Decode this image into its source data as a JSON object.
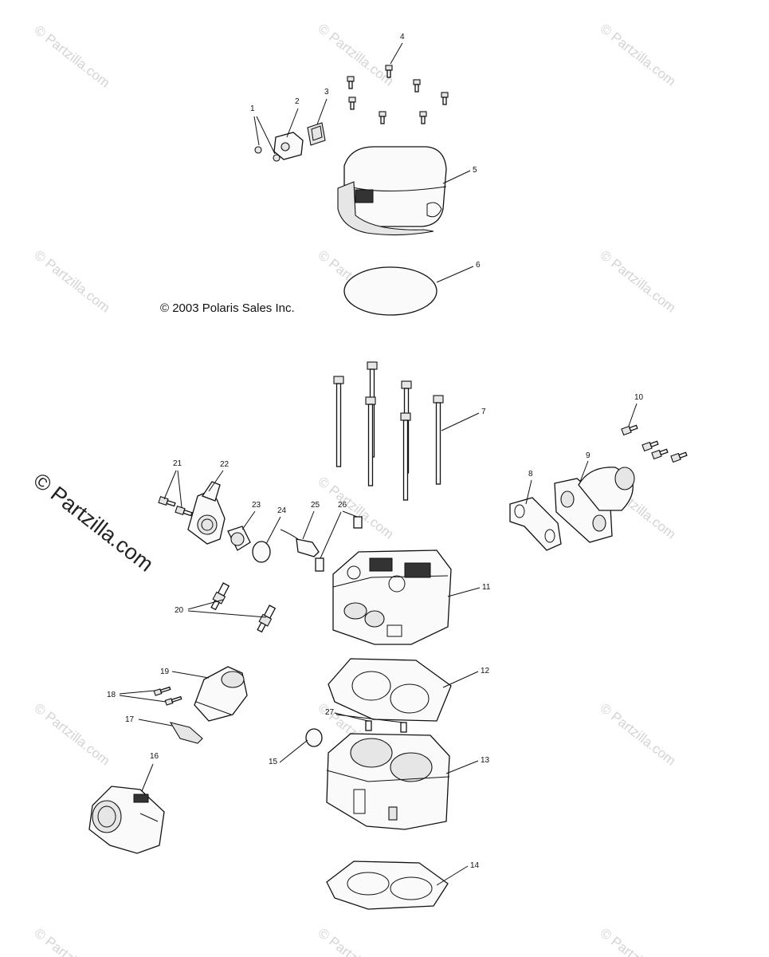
{
  "copyright": "© 2003 Polaris Sales Inc.",
  "watermark": {
    "small": "© Partzilla.com",
    "large": "© Partzilla.com",
    "color": "#d4d4d4"
  },
  "callouts": [
    {
      "id": "c1",
      "label": "1",
      "part": "screw"
    },
    {
      "id": "c2",
      "label": "2",
      "part": "sensor-bracket"
    },
    {
      "id": "c3",
      "label": "3",
      "part": "grommet"
    },
    {
      "id": "c4",
      "label": "4",
      "part": "bolt"
    },
    {
      "id": "c5",
      "label": "5",
      "part": "cylinder-head-cover"
    },
    {
      "id": "c6",
      "label": "6",
      "part": "o-ring"
    },
    {
      "id": "c7",
      "label": "7",
      "part": "head-bolt"
    },
    {
      "id": "c8",
      "label": "8",
      "part": "exhaust-gasket"
    },
    {
      "id": "c9",
      "label": "9",
      "part": "exhaust-manifold"
    },
    {
      "id": "c10",
      "label": "10",
      "part": "manifold-bolt"
    },
    {
      "id": "c11",
      "label": "11",
      "part": "cylinder-head"
    },
    {
      "id": "c12",
      "label": "12",
      "part": "head-gasket"
    },
    {
      "id": "c13",
      "label": "13",
      "part": "cylinder"
    },
    {
      "id": "c14",
      "label": "14",
      "part": "base-gasket"
    },
    {
      "id": "c15",
      "label": "15",
      "part": "plug"
    },
    {
      "id": "c16",
      "label": "16",
      "part": "throttle-body"
    },
    {
      "id": "c17",
      "label": "17",
      "part": "clamp"
    },
    {
      "id": "c18",
      "label": "18",
      "part": "screw"
    },
    {
      "id": "c19",
      "label": "19",
      "part": "intake-boot"
    },
    {
      "id": "c20",
      "label": "20",
      "part": "spark-plug"
    },
    {
      "id": "c21",
      "label": "21",
      "part": "bolt"
    },
    {
      "id": "c22",
      "label": "22",
      "part": "thermostat-housing"
    },
    {
      "id": "c23",
      "label": "23",
      "part": "thermostat"
    },
    {
      "id": "c24",
      "label": "24",
      "part": "seal"
    },
    {
      "id": "c25",
      "label": "25",
      "part": "temperature-sensor"
    },
    {
      "id": "c26",
      "label": "26",
      "part": "fitting"
    },
    {
      "id": "c27",
      "label": "27",
      "part": "dowel-pin"
    }
  ]
}
